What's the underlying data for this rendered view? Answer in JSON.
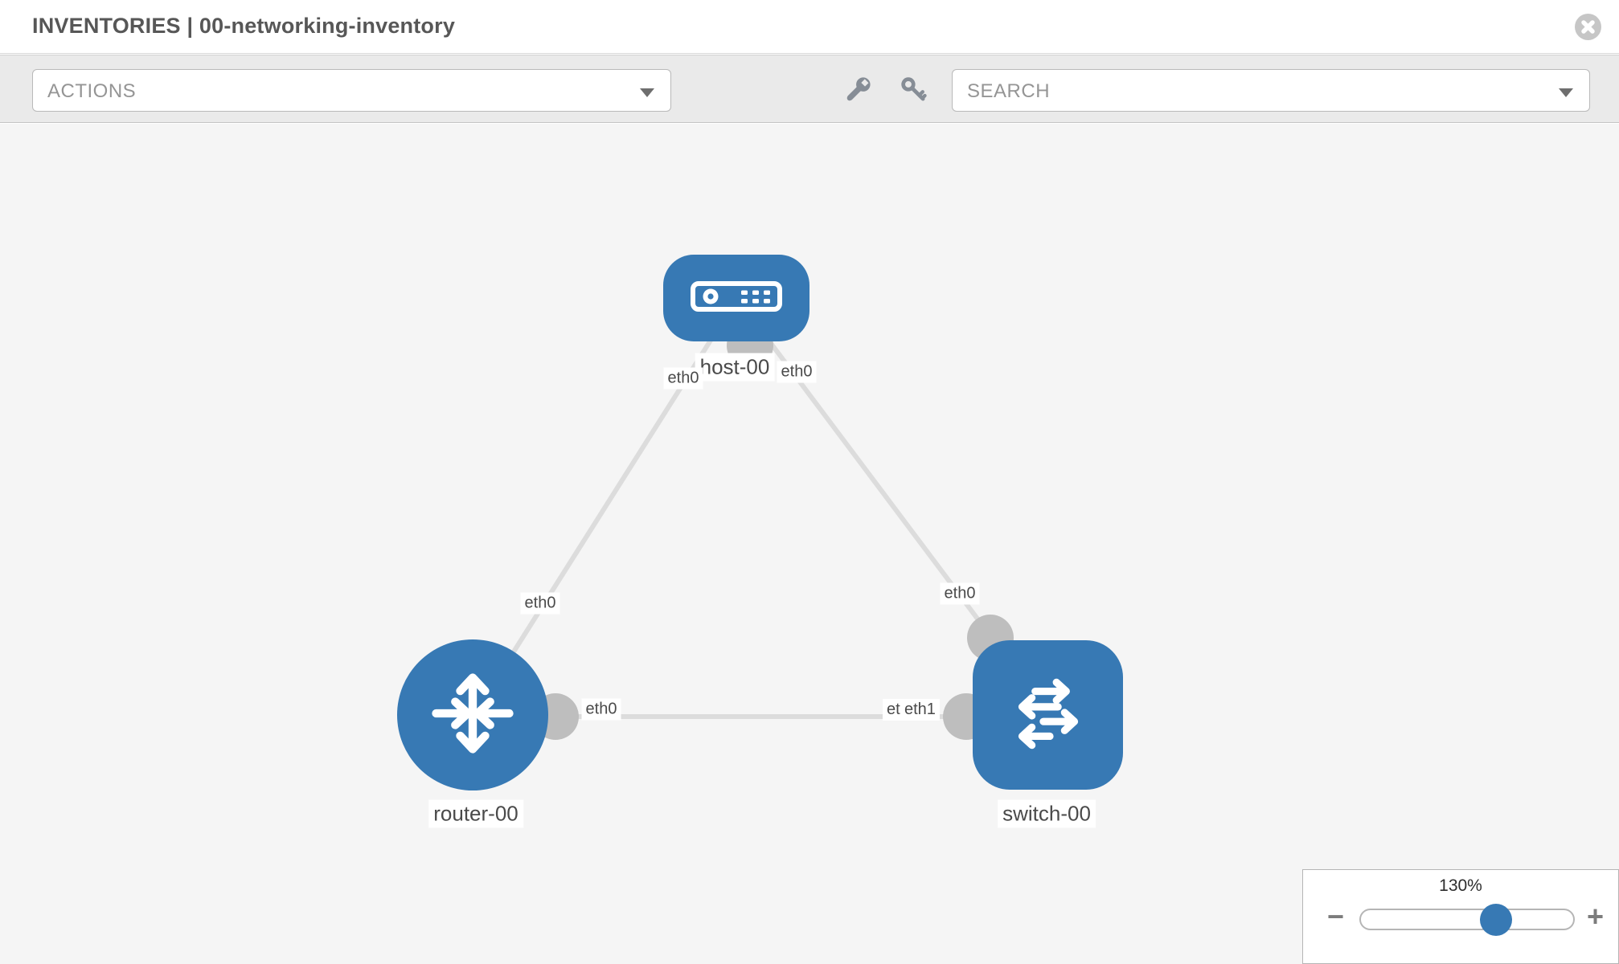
{
  "header": {
    "title": "INVENTORIES | 00-networking-inventory",
    "close_icon": "circle-x"
  },
  "toolbar": {
    "actions_placeholder": "ACTIONS",
    "search_placeholder": "SEARCH",
    "icon_buttons": [
      "wrench",
      "key"
    ]
  },
  "topology": {
    "nodes": [
      {
        "id": "host-00",
        "type": "host",
        "label": "host-00"
      },
      {
        "id": "router-00",
        "type": "router",
        "label": "router-00"
      },
      {
        "id": "switch-00",
        "type": "switch",
        "label": "switch-00"
      }
    ],
    "links": [
      {
        "from": "host-00",
        "to": "router-00",
        "from_interface": "eth0",
        "to_interface": "eth0"
      },
      {
        "from": "host-00",
        "to": "switch-00",
        "from_interface": "eth0",
        "to_interface": "eth0"
      },
      {
        "from": "router-00",
        "to": "switch-00",
        "from_interface": "eth0",
        "to_interface": "eth1"
      }
    ],
    "port_labels": {
      "host_to_router": "eth0",
      "host_to_switch": "eth0",
      "router_to_host": "eth0",
      "router_to_switch": "eth0",
      "switch_to_host": "eth0",
      "switch_to_router": "eth1",
      "switch_to_router_under": "eth0"
    }
  },
  "zoom_control": {
    "level": "130%",
    "minus_label": "−",
    "plus_label": "+",
    "percent": 65
  },
  "colors": {
    "node_blue": "#3779b4",
    "link_gray": "#dcdcdc",
    "port_gray": "#bebebe",
    "toolbar_bg": "#eaeaea",
    "canvas_bg": "#f5f5f5"
  }
}
